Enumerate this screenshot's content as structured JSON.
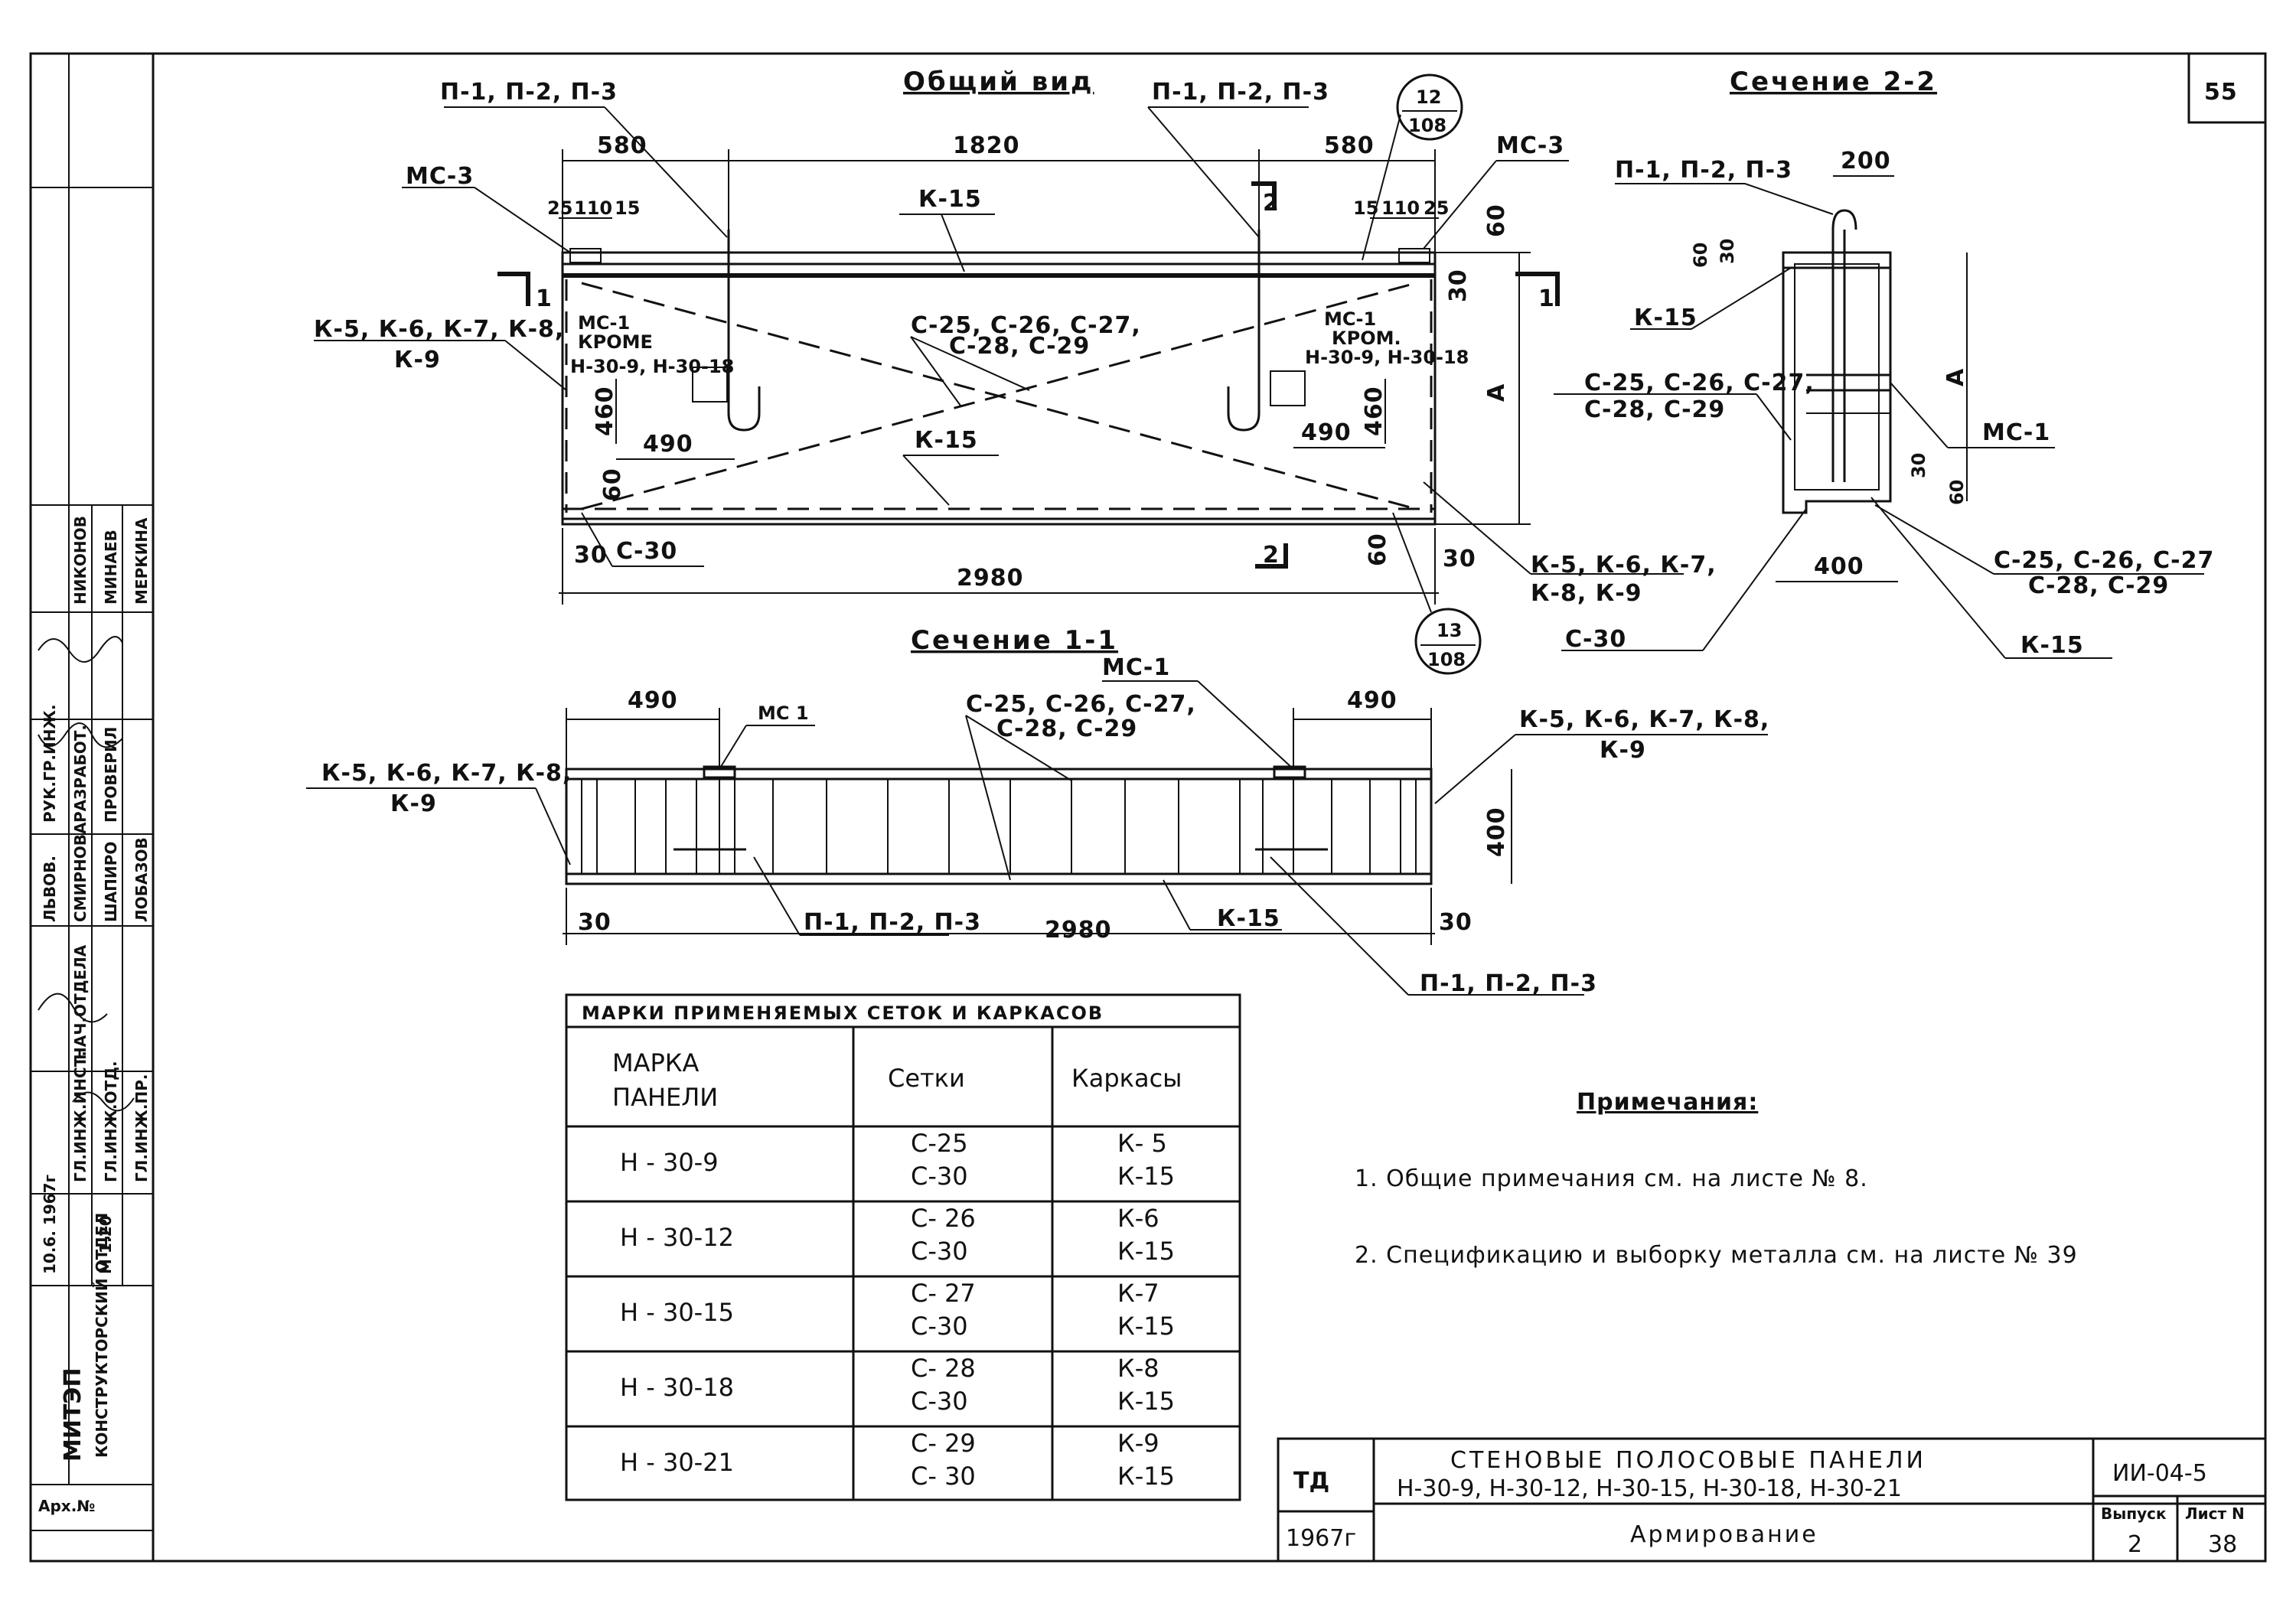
{
  "sheet_number": "55",
  "views": {
    "general_title": "Общий вид",
    "section11_title": "Сечение 1-1",
    "section22_title": "Сечение 2-2"
  },
  "general": {
    "dims": {
      "left": "580",
      "mid": "1820",
      "right": "580",
      "total": "2980",
      "end_l": "30",
      "end_r": "30",
      "d25l": "25",
      "d110l": "110",
      "d15l": "15",
      "d15r": "15",
      "d110r": "110",
      "d25r": "25",
      "h460l": "460",
      "h490l": "490",
      "h460r": "460",
      "h490r": "490",
      "h60l": "60",
      "h60r": "60",
      "r60": "60",
      "r30": "30",
      "ra": "A"
    },
    "labels": {
      "p_left": "П-1, П-2, П-3",
      "p_right": "П-1, П-2, П-3",
      "mc3_left": "МС-3",
      "mc3_right": "МС-3",
      "k15_top": "К-15",
      "k15_mid": "К-15",
      "kset_left_1": "К-5, К-6, К-7, К-8,",
      "kset_left_2": "К-9",
      "mc1_left_1": "МС-1",
      "mc1_left_2": "КРОМЕ",
      "mc1_left_3": "Н-30-9, Н-30-18",
      "mc1_right_1": "МС-1",
      "mc1_right_2": "КРОМ.",
      "mc1_right_3": "Н-30-9, Н-30-18",
      "cset_1": "С-25, С-26, С-27,",
      "cset_2": "С-28, С-29",
      "c30": "С-30",
      "kset_right_1": "К-5, К-6, К-7,",
      "kset_right_2": "К-8, К-9",
      "cut1": "1",
      "cut2": "2",
      "ref_top_num": "12",
      "ref_top_den": "108",
      "ref_bot_num": "13",
      "ref_bot_den": "108"
    }
  },
  "section11": {
    "dims": {
      "left": "490",
      "right": "490",
      "total": "2980",
      "end_l": "30",
      "end_r": "30",
      "height": "400"
    },
    "labels": {
      "kset_left_1": "К-5, К-6, К-7, К-8,",
      "kset_left_2": "К-9",
      "mc1_left": "МС 1",
      "mc1_right": "МС-1",
      "cset_1": "С-25, С-26, С-27,",
      "cset_2": "С-28, С-29",
      "kset_right_1": "К-5, К-6, К-7, К-8,",
      "kset_right_2": "К-9",
      "p_bottom": "П-1, П-2, П-3",
      "k15": "К-15",
      "p_right": "П-1, П-2, П-3"
    }
  },
  "section22": {
    "dims": {
      "top": "200",
      "bottom": "400",
      "h60a": "60",
      "h30a": "30",
      "h30b": "30",
      "h60b": "60",
      "a": "A"
    },
    "labels": {
      "p": "П-1, П-2, П-3",
      "k15_left": "К-15",
      "cset_left_1": "С-25, С-26, С-27,",
      "cset_left_2": "С-28, С-29",
      "mc1": "МС-1",
      "cset_right_1": "С-25, С-26, С-27",
      "cset_right_2": "С-28, С-29",
      "c30": "С-30",
      "k15_right": "К-15"
    }
  },
  "table": {
    "title": "МАРКИ ПРИМЕНЯЕМЫХ СЕТОК И КАРКАСОВ",
    "col1_1": "МАРКА",
    "col1_2": "ПАНЕЛИ",
    "col2": "Сетки",
    "col3": "Каркасы",
    "rows": [
      {
        "panel": "Н - 30-9",
        "mesh1": "С-25",
        "mesh2": "С-30",
        "frame1": "К- 5",
        "frame2": "К-15"
      },
      {
        "panel": "Н - 30-12",
        "mesh1": "С- 26",
        "mesh2": "С-30",
        "frame1": "К-6",
        "frame2": "К-15"
      },
      {
        "panel": "Н - 30-15",
        "mesh1": "С- 27",
        "mesh2": "С-30",
        "frame1": "К-7",
        "frame2": "К-15"
      },
      {
        "panel": "Н - 30-18",
        "mesh1": "С- 28",
        "mesh2": "С-30",
        "frame1": "К-8",
        "frame2": "К-15"
      },
      {
        "panel": "Н - 30-21",
        "mesh1": "С- 29",
        "mesh2": "С- 30",
        "frame1": "К-9",
        "frame2": "К-15"
      }
    ]
  },
  "notes": {
    "title": "Примечания:",
    "n1": "1. Общие примечания см. на листе № 8.",
    "n2": "2. Спецификацию и выборку металла см. на листе № 39"
  },
  "title_block": {
    "td": "ТД",
    "year": "1967г",
    "name_1": "СТЕНОВЫЕ ПОЛОСОВЫЕ ПАНЕЛИ",
    "name_2": "Н-30-9, Н-30-12, Н-30-15, Н-30-18, Н-30-21",
    "subject": "Армирование",
    "series": "ИИ-04-5",
    "issue_label": "Выпуск",
    "sheet_label": "Лист N",
    "issue": "2",
    "sheet": "38"
  },
  "side_stamp": {
    "org": "МИТЭП",
    "dept": "КОНСТРУКТОРСКИЙ ОТДЕЛ",
    "date": "10.6. 1967г",
    "scale": "М 1:20",
    "arch": "Арх.№",
    "roles": [
      "ГЛ.ИНЖ.ИНСТ.",
      "НАЧ.ОТДЕЛА",
      "ГЛ.ИНЖ.ОТД.",
      "РУК.ГР.ИНЖ.",
      "РАЗРАБОТ.",
      "ПРОВЕРИЛ",
      "ГЛ.ИНЖ.ПР."
    ],
    "names": [
      "ЛЬВОВ.",
      "СМИРНОВА",
      "ШАПИРО",
      "ЛОБАЗОВ",
      "НИКОНОВ",
      "МИНАЕВ",
      "МЕРКИНА"
    ]
  }
}
